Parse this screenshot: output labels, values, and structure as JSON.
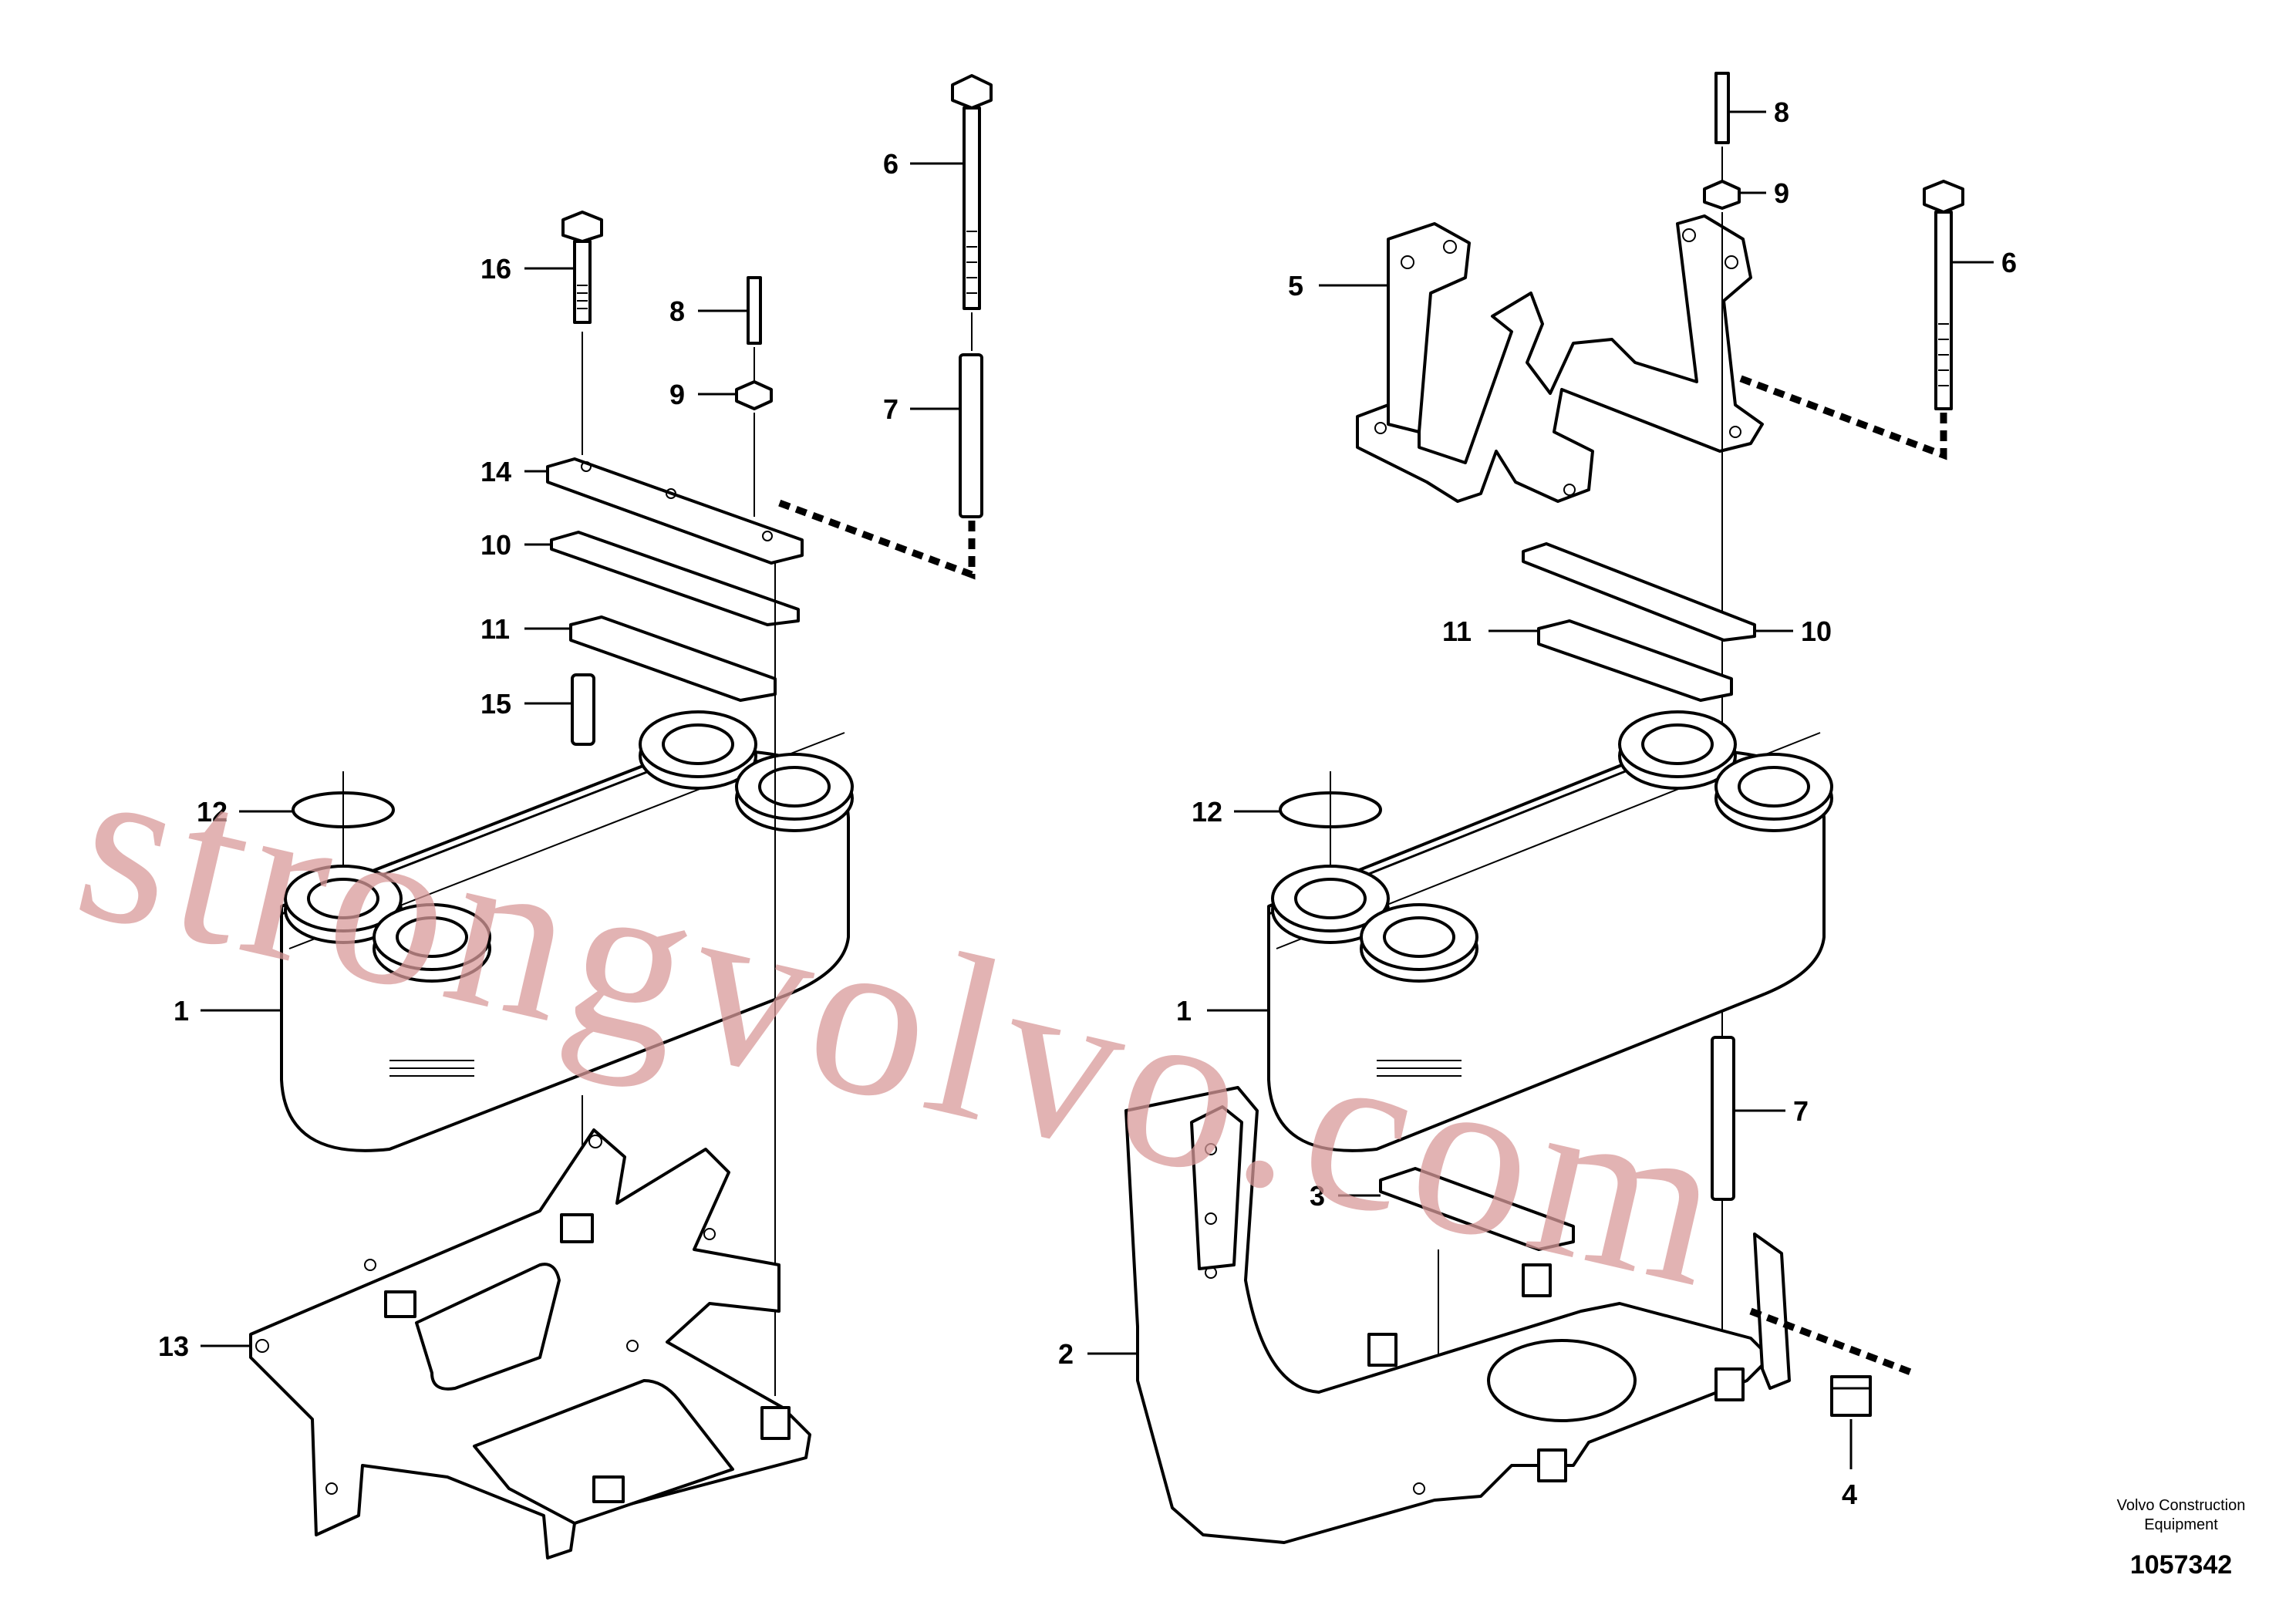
{
  "diagram": {
    "left_assembly": {
      "callouts": [
        "16",
        "8",
        "9",
        "6",
        "7",
        "14",
        "10",
        "11",
        "15",
        "12",
        "1",
        "13"
      ]
    },
    "right_assembly": {
      "callouts": [
        "8",
        "9",
        "6",
        "5",
        "11",
        "10",
        "12",
        "1",
        "7",
        "3",
        "2",
        "4"
      ]
    }
  },
  "watermark": "strongvolvo.com",
  "footer": {
    "credit_line1": "Volvo Construction",
    "credit_line2": "Equipment",
    "document_number": "1057342"
  }
}
